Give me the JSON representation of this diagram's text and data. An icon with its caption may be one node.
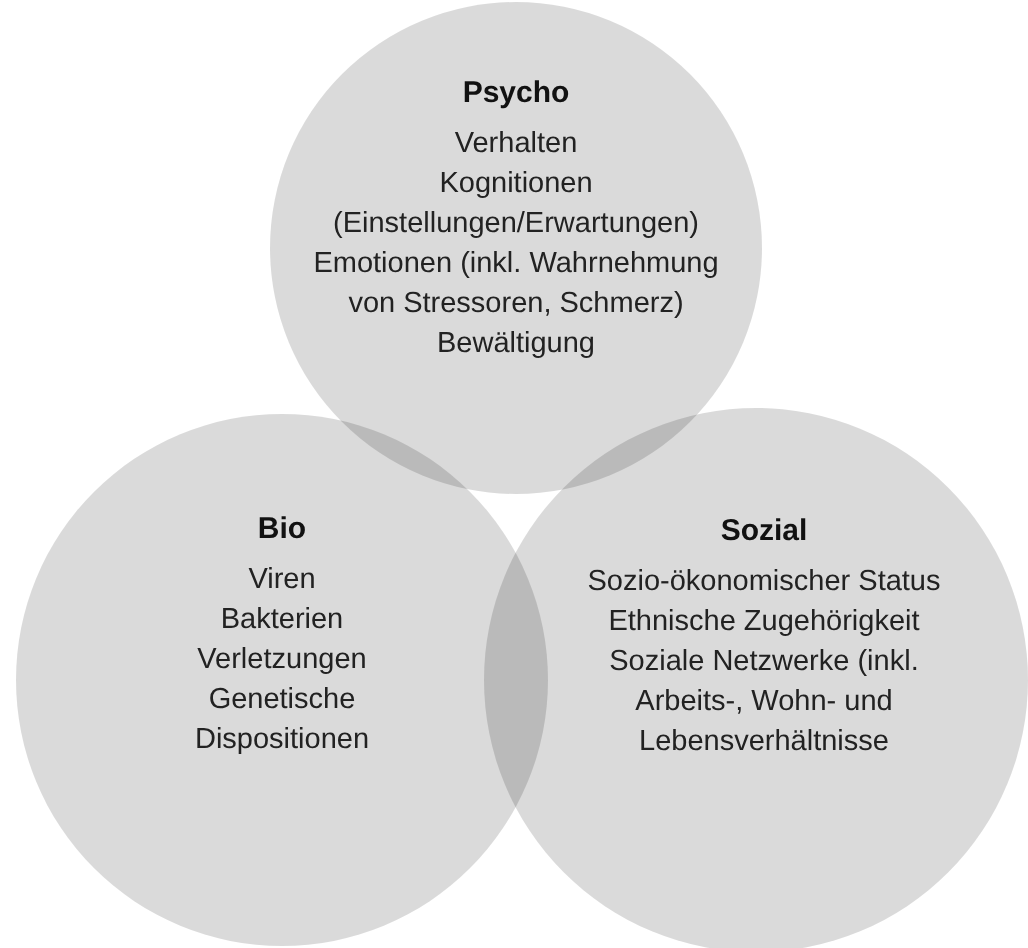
{
  "diagram": {
    "nodes": [
      {
        "text": [
          "Psycho",
          "Verhalten",
          "Kognitionen (Einstellungen/Erwartungen)",
          "Emotionen (inkl. Wahrnehmung von Stressoren, Schmerz)",
          "Bewältigung"
        ]
      },
      {
        "text": [
          "Bio",
          "Viren",
          "Bakterien",
          "Verletzungen",
          "Genetische Dispositionen"
        ]
      },
      {
        "text": [
          "Sozial",
          "Sozio-ökonomischer Status",
          "Ethnische Zugehörigkeit",
          "Soziale Netzwerke (inkl. Arbeits-, Wohn- und Lebensverhältnisse"
        ]
      }
    ],
    "edges": []
  }
}
